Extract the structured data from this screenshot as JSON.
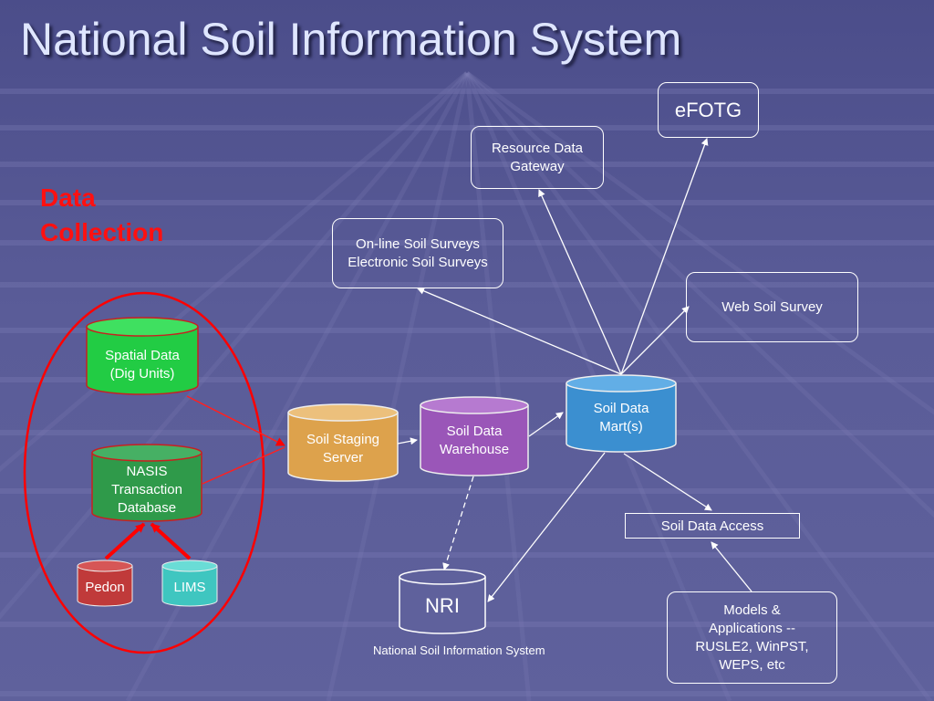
{
  "slide": {
    "title": "National Soil Information System",
    "footer": "National Soil Information System",
    "data_collection_label_line1": "Data",
    "data_collection_label_line2": "Collection"
  },
  "nodes": {
    "efotg": "eFOTG",
    "resource_gateway_line1": "Resource Data",
    "resource_gateway_line2": "Gateway",
    "online_surveys_line1": "On-line Soil Surveys",
    "online_surveys_line2": "Electronic Soil Surveys",
    "web_soil_survey": "Web Soil Survey",
    "spatial_line1": "Spatial Data",
    "spatial_line2": "(Dig Units)",
    "nasis_line1": "NASIS",
    "nasis_line2": "Transaction",
    "nasis_line3": "Database",
    "pedon": "Pedon",
    "lims": "LIMS",
    "staging_line1": "Soil Staging",
    "staging_line2": "Server",
    "warehouse_line1": "Soil Data",
    "warehouse_line2": "Warehouse",
    "mart_line1": "Soil Data",
    "mart_line2": "Mart(s)",
    "soil_data_access": "Soil Data Access",
    "models_line1": "Models &",
    "models_line2": "Applications --",
    "models_line3": "RUSLE2, WinPST,",
    "models_line4": "WEPS, etc",
    "nri": "NRI"
  },
  "colors": {
    "spatial": "#22cc44",
    "nasis": "#2f9a4a",
    "pedon": "#c03a3a",
    "lims": "#3fc6c0",
    "staging": "#dda24c",
    "warehouse": "#9a56b8",
    "mart": "#3b8fd0",
    "nri": "#5f619c",
    "highlight": "#ff0000"
  }
}
